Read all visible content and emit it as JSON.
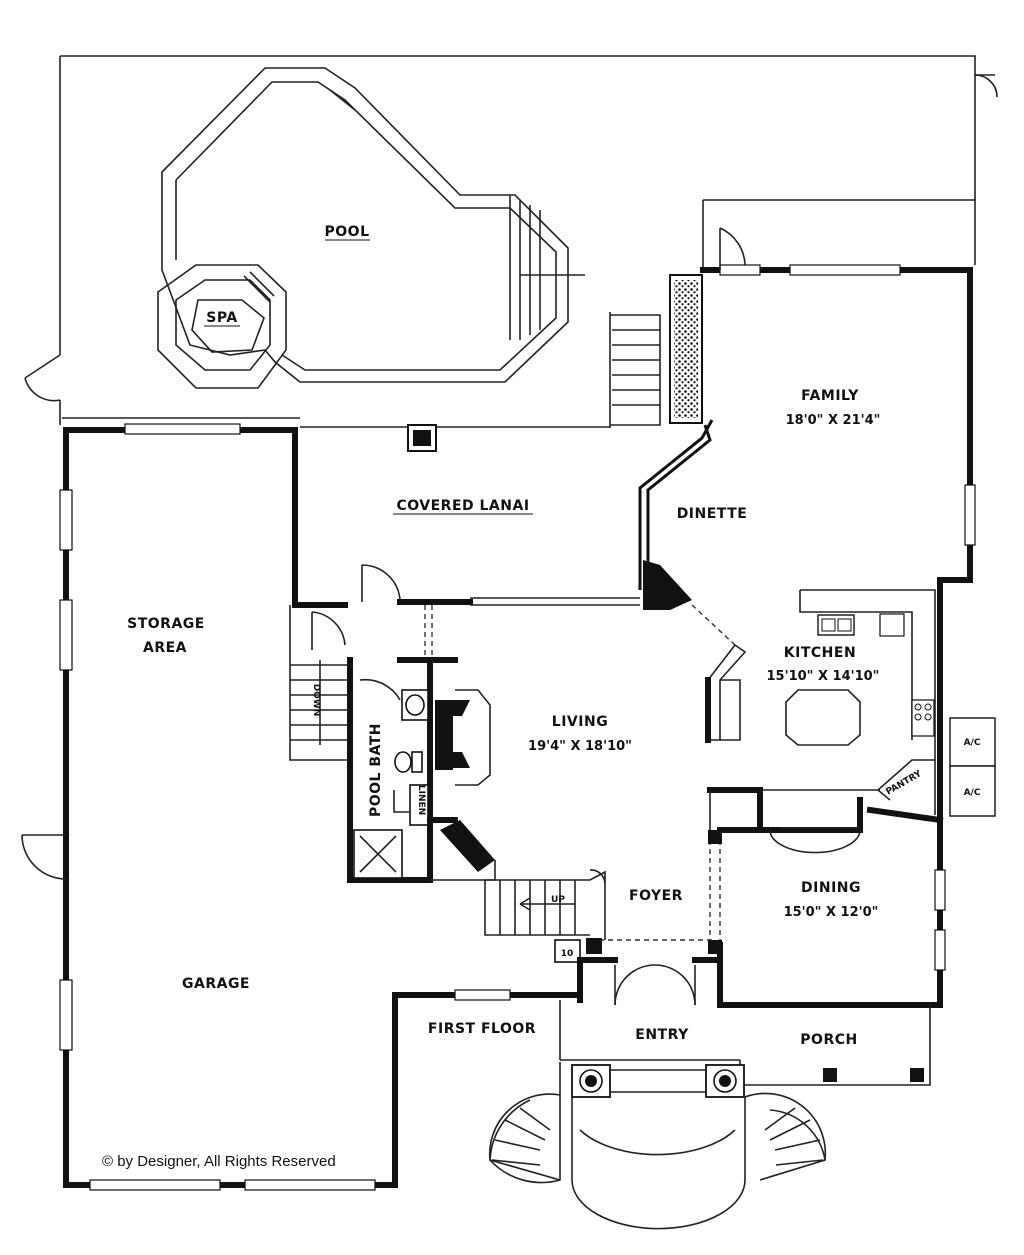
{
  "plan": {
    "rooms": {
      "pool": "POOL",
      "spa": "SPA",
      "family": "FAMILY",
      "family_dim": "18'0\" X 21'4\"",
      "covered_lanai": "COVERED LANAI",
      "dinette": "DINETTE",
      "storage_line1": "STORAGE",
      "storage_line2": "AREA",
      "kitchen": "KITCHEN",
      "kitchen_dim": "15'10\" X 14'10\"",
      "living": "LIVING",
      "living_dim": "19'4\" X 18'10\"",
      "pool_bath": "POOL BATH",
      "foyer": "FOYER",
      "dining": "DINING",
      "dining_dim": "15'0\" X 12'0\"",
      "garage": "GARAGE",
      "entry": "ENTRY",
      "porch": "PORCH",
      "pantry": "PANTRY",
      "linen": "LINEN"
    },
    "labels": {
      "first_floor": "FIRST FLOOR",
      "down": "DOWN",
      "up": "UP",
      "ac1": "A/C",
      "ac2": "A/C",
      "closet_code": "10"
    },
    "copyright": "© by Designer, All Rights Reserved"
  }
}
